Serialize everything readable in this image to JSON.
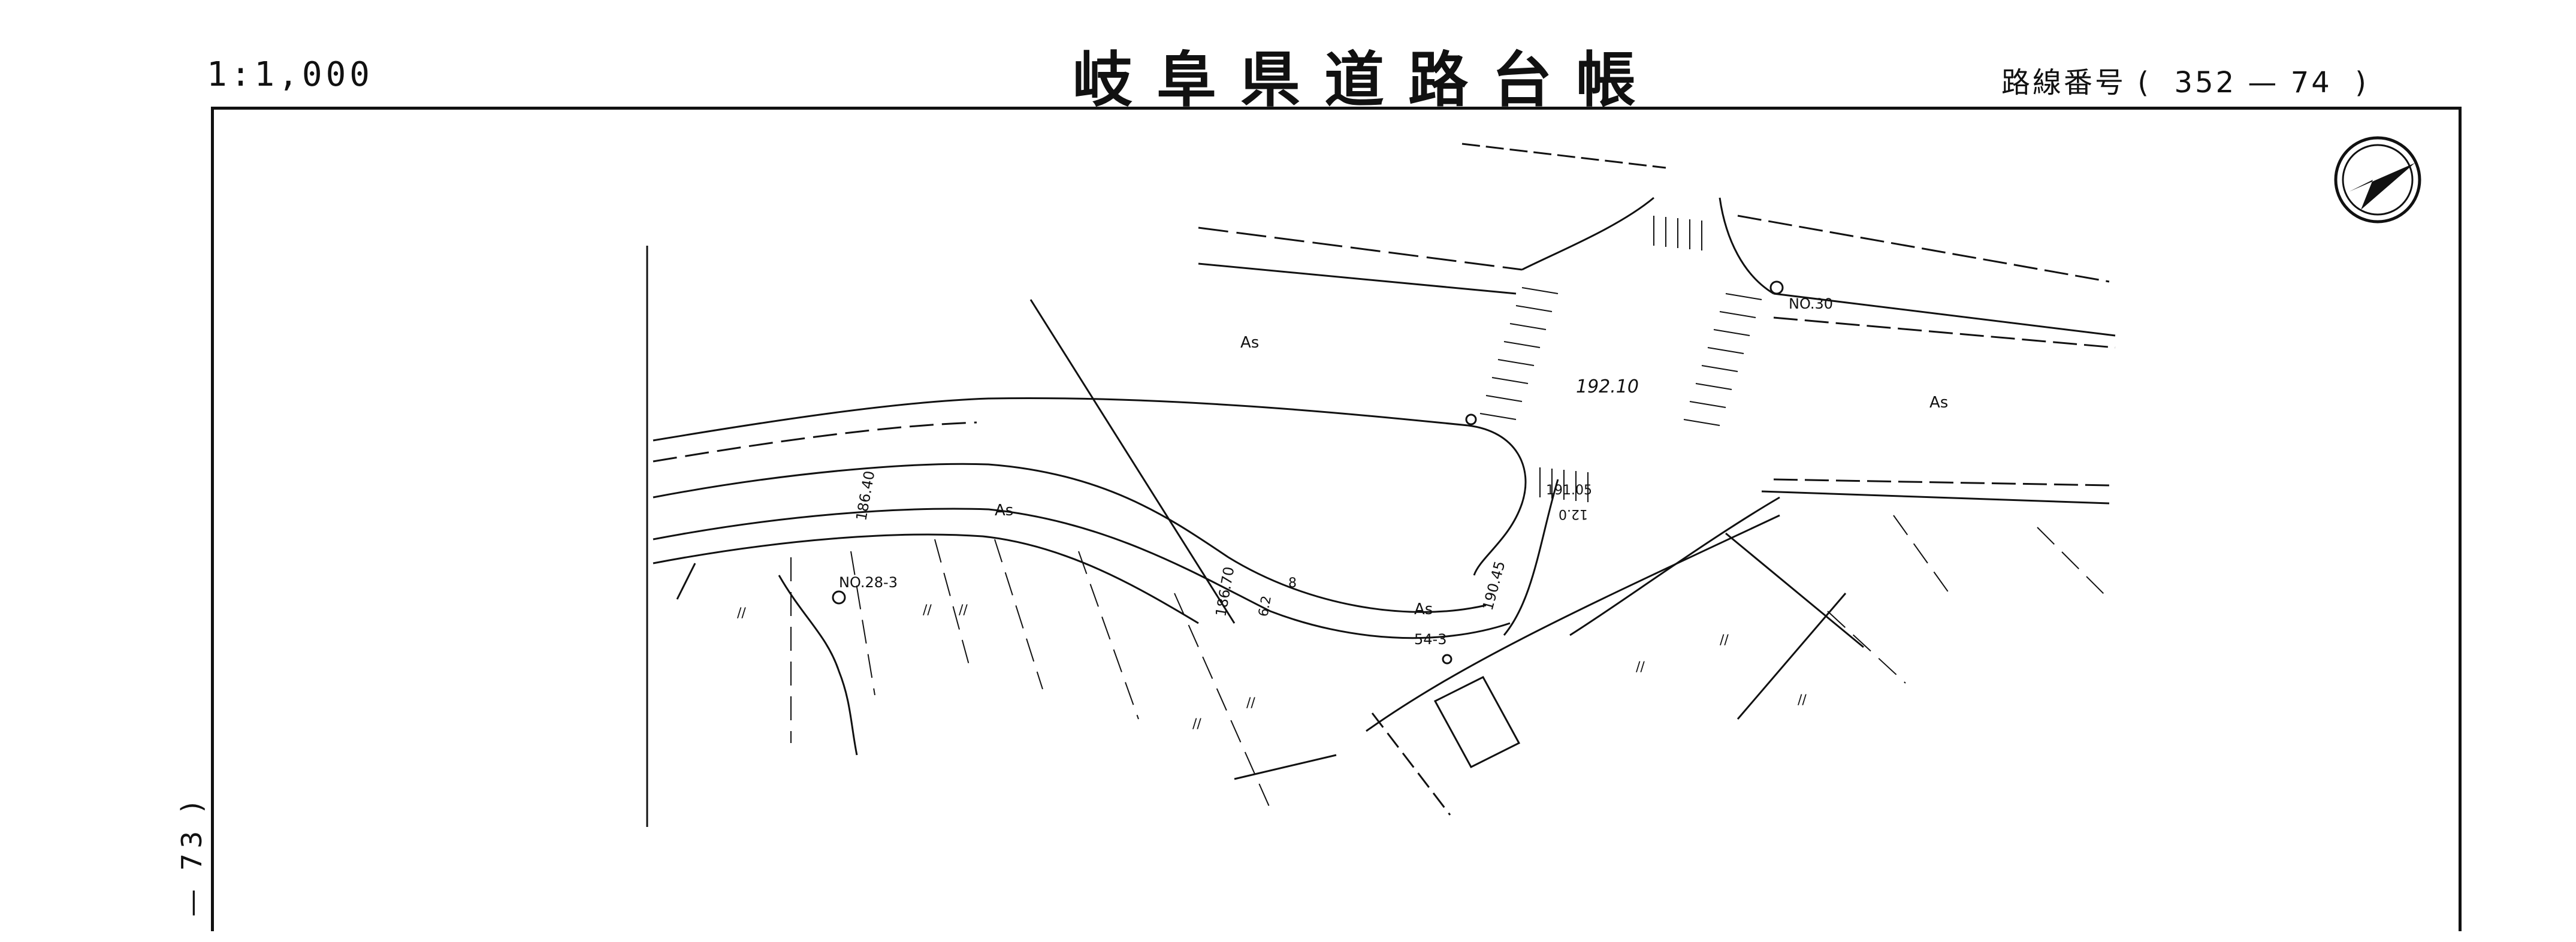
{
  "header": {
    "scale": "1:1,000",
    "title": "岐阜県道路台帳",
    "route_label": "路線番号",
    "route_open": "(",
    "route_number": "352",
    "route_dash": "—",
    "route_sheet": "74",
    "route_close": ")"
  },
  "page_number": "— 73 )",
  "map_labels": {
    "as_1": "As",
    "as_2": "As",
    "as_3": "As",
    "as_4": "As",
    "elev_center": "192.10",
    "elev_left": "186.40",
    "elev_mid": "186.70",
    "elev_right": "190.45",
    "elev_small": "191.05",
    "width_1": "12.0",
    "width_2": "6.2",
    "width_3": "8",
    "station_1": "NO.28-3",
    "station_2": "NO.30",
    "station_3": "54-3",
    "mark_1": "//",
    "mark_2": "//",
    "mark_3": "//",
    "mark_4": "//",
    "mark_5": "//",
    "mark_6": "//",
    "mark_7": "//",
    "mark_8": "//"
  },
  "icons": {
    "north_arrow": "north-arrow-icon"
  }
}
